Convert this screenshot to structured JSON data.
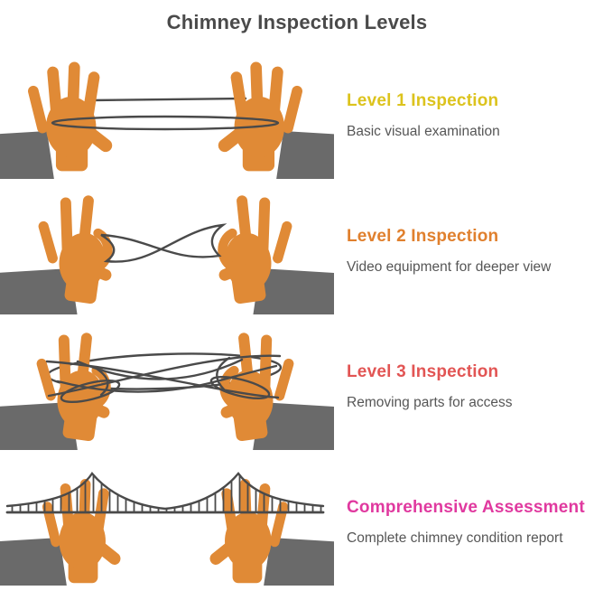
{
  "title": "Chimney Inspection Levels",
  "levels": [
    {
      "heading": "Level 1 Inspection",
      "description": "Basic visual examination"
    },
    {
      "heading": "Level 2 Inspection",
      "description": "Video equipment for deeper view"
    },
    {
      "heading": "Level 3 Inspection",
      "description": "Removing parts for access"
    },
    {
      "heading": "Comprehensive Assessment",
      "description": "Complete chimney condition report"
    }
  ],
  "illustrations": [
    {
      "icon": "hands-holding-simple-string-loop"
    },
    {
      "icon": "hands-holding-crossed-string-figure-eight"
    },
    {
      "icon": "hands-holding-complex-tangled-string"
    },
    {
      "icon": "hands-holding-suspension-bridge-string"
    }
  ],
  "colors": {
    "background": "#ffffff",
    "title_text": "#4a4a4a",
    "body_text": "#565656",
    "hand": "#e08a36",
    "sleeve": "#6a6a6a",
    "string": "#4a4a4a",
    "level1": "#dcc31d",
    "level2": "#e0802e",
    "level3": "#e25554",
    "level4": "#e0399f"
  }
}
